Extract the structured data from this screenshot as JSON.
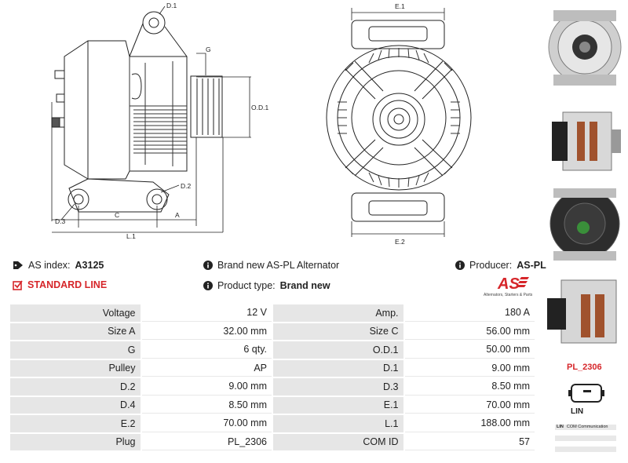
{
  "drawing": {
    "labels": {
      "d1": "D.1",
      "g": "G",
      "od1": "O.D.1",
      "d2": "D.2",
      "d3": "D.3",
      "c": "C",
      "a": "A",
      "l1": "L.1",
      "e1": "E.1",
      "e2": "E.2"
    }
  },
  "info": {
    "as_index_label": "AS index:",
    "as_index_value": "A3125",
    "standard_line": "STANDARD LINE",
    "brand_new_text": "Brand new AS-PL Alternator",
    "product_type_label": "Product type:",
    "product_type_value": "Brand new",
    "producer_label": "Producer:",
    "producer_value": "AS-PL"
  },
  "logo": {
    "mark": "AS",
    "tagline": "Alternators, Starters & Parts",
    "color": "#d6262a"
  },
  "specs": [
    {
      "k1": "Voltage",
      "v1": "12 V",
      "k2": "Amp.",
      "v2": "180 A"
    },
    {
      "k1": "Size A",
      "v1": "32.00 mm",
      "k2": "Size C",
      "v2": "56.00 mm"
    },
    {
      "k1": "G",
      "v1": "6 qty.",
      "k2": "O.D.1",
      "v2": "50.00 mm"
    },
    {
      "k1": "Pulley",
      "v1": "AP",
      "k2": "D.1",
      "v2": "9.00 mm"
    },
    {
      "k1": "D.2",
      "v1": "9.00 mm",
      "k2": "D.3",
      "v2": "8.50 mm"
    },
    {
      "k1": "D.4",
      "v1": "8.50 mm",
      "k2": "E.1",
      "v2": "70.00 mm"
    },
    {
      "k1": "E.2",
      "v1": "70.00 mm",
      "k2": "L.1",
      "v2": "188.00 mm"
    },
    {
      "k1": "Plug",
      "v1": "PL_2306",
      "k2": "COM ID",
      "v2": "57"
    }
  ],
  "sidebar": {
    "plug_code": "PL_2306",
    "plug_pin": "LIN",
    "com_table": {
      "col1": "LIN",
      "col2": "COM Communication"
    }
  },
  "colors": {
    "accent": "#d6262a",
    "key_bg": "#e6e6e6"
  }
}
